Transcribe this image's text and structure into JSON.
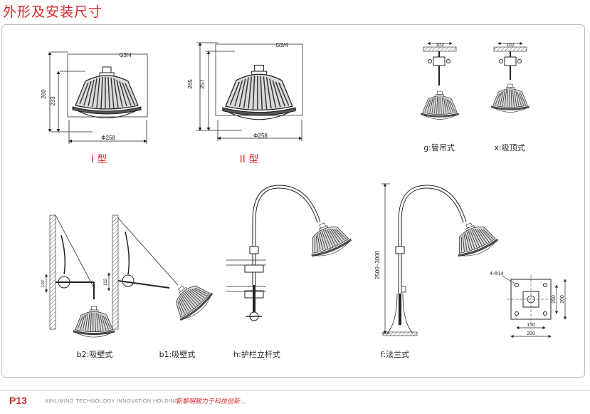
{
  "header": {
    "title": "外形及安装尺寸"
  },
  "type1": {
    "label": "I 型",
    "dia": "Φ258",
    "h_outer": "260",
    "h_inner": "233",
    "thread": "G3/4"
  },
  "type2": {
    "label": "II 型",
    "dia": "Φ258",
    "h_outer": "265",
    "h_inner": "257",
    "thread": "G3/4"
  },
  "mounts": {
    "g": {
      "label": "g:管吊式",
      "dim": "102"
    },
    "x": {
      "label": "x:吸顶式",
      "dim": "102"
    },
    "b2": {
      "label": "b2:吸壁式",
      "dim": "102"
    },
    "b1": {
      "label": "b1:吸壁式",
      "dim": "102"
    },
    "h": {
      "label": "h:护栏立杆式"
    },
    "f": {
      "label": "f:法兰式",
      "height": "2500~3000"
    }
  },
  "flange": {
    "holes": "4-Φ14",
    "inner": "150",
    "outer": "200",
    "inner_v": "150",
    "outer_v": "200"
  },
  "footer": {
    "page": "P13",
    "brand": "XINLIMING TECHNOLOGY INNOVATION HOLDING",
    "slogan": "新黎明致力于科技创新..."
  },
  "colors": {
    "accent": "#d8262b",
    "line": "#222222",
    "border": "#bfbfbf"
  }
}
